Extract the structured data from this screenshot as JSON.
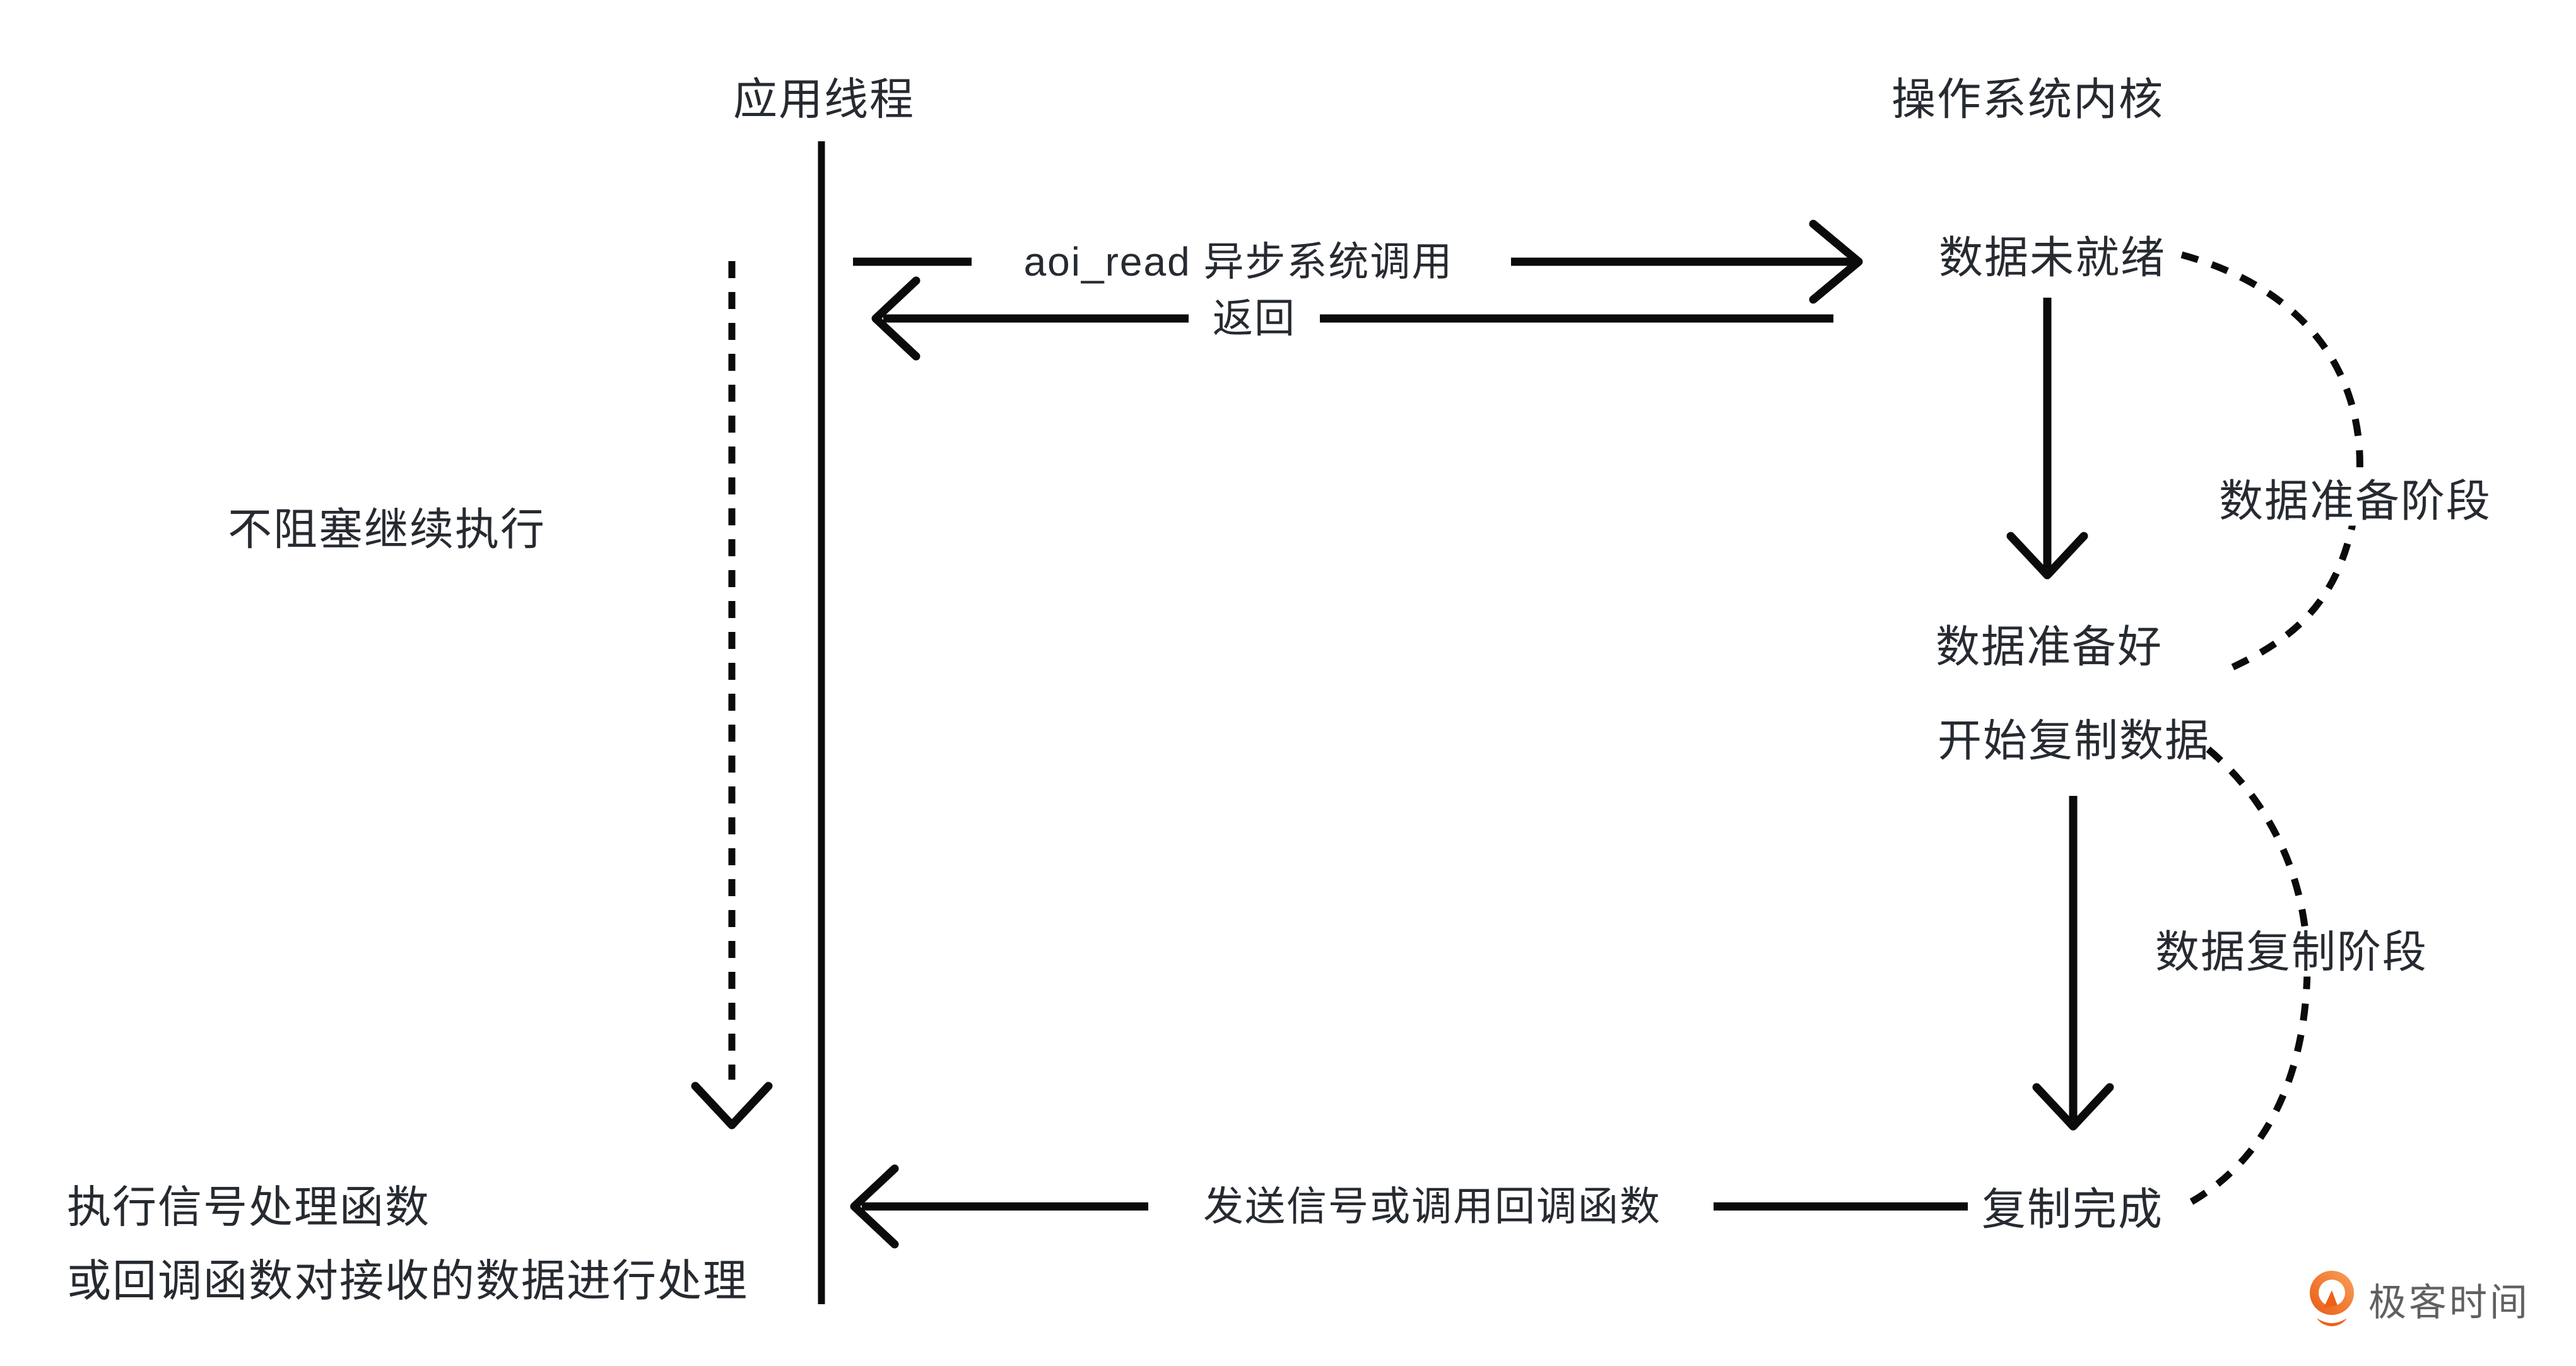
{
  "colors": {
    "background": "#FFFFFF",
    "text": "#262A31",
    "line": "#0B0B0B",
    "brand_orange": "#EC6117",
    "brand_orange_light": "#F9A05A",
    "brand_text": "#606060"
  },
  "labels": {
    "app_thread": "应用线程",
    "kernel": "操作系统内核",
    "call": "aoi_read 异步系统调用",
    "ret": "返回",
    "nonblocking": "不阻塞继续执行",
    "not_ready": "数据未就绪",
    "ready": "数据准备好",
    "start_copy": "开始复制数据",
    "copy_done": "复制完成",
    "prepare_phase": "数据准备阶段",
    "copy_phase": "数据复制阶段",
    "signal": "发送信号或调用回调函数",
    "handler_line1": "执行信号处理函数",
    "handler_line2": "或回调函数对接收的数据进行处理"
  },
  "brand": {
    "name": "极客时间"
  }
}
